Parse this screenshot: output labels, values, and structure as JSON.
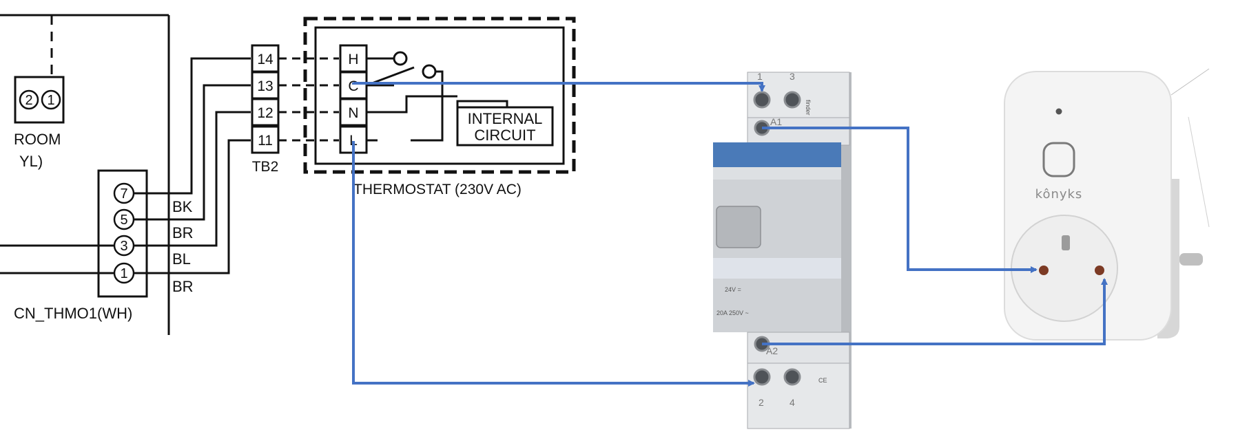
{
  "colors": {
    "ink": "#111111",
    "wire": "#4472c4",
    "relay_body": "#d4d6d9",
    "relay_accent": "#4a7ab8",
    "plug_body": "#f3f3f3"
  },
  "schematic": {
    "room_connector": {
      "pins": [
        "2",
        "1"
      ],
      "label_line1": "ROOM",
      "label_line2": "YL)"
    },
    "cn_connector": {
      "name": "CN_THMO1(WH)",
      "pins": [
        "7",
        "5",
        "3",
        "1"
      ],
      "wire_colors": [
        "BK",
        "BR",
        "BL",
        "BR"
      ]
    },
    "terminal_block": {
      "name": "TB2",
      "terminals": [
        "14",
        "13",
        "12",
        "11"
      ]
    },
    "thermostat": {
      "title": "THERMOSTAT (230V AC)",
      "terminals": [
        "H",
        "C",
        "N",
        "L"
      ],
      "internal_circuit_line1": "INTERNAL",
      "internal_circuit_line2": "CIRCUIT"
    }
  },
  "relay": {
    "top_terminal_labels": [
      "1",
      "3"
    ],
    "coil_labels": [
      "A1",
      "A2"
    ],
    "bottom_terminal_labels": [
      "2",
      "4"
    ],
    "rating_line1": "24V =",
    "rating_line2": "20A 250V ~",
    "ce_mark": "CE",
    "brand": "finder",
    "icon": "modular-relay-icon"
  },
  "smart_plug": {
    "brand": "kônyks",
    "icon": "smart-plug-icon"
  },
  "connections": [
    "thermostat-C to relay-terminal-1",
    "thermostat-L to relay-terminal-2",
    "relay-A1 to plug-socket-left",
    "relay-A2 to plug-socket-right"
  ]
}
